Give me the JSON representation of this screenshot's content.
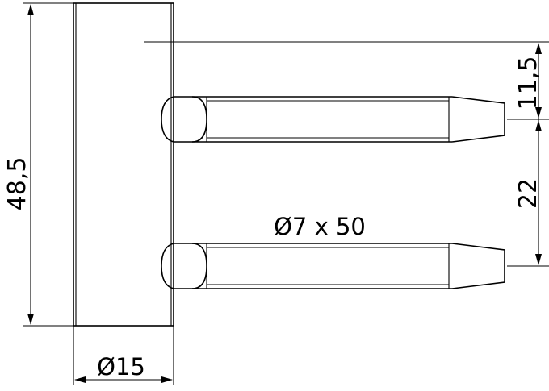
{
  "dimensions": {
    "height_total": "48,5",
    "top_offset": "11,5",
    "pin_spacing": "22",
    "pin_size": "Ø7 x 50",
    "body_diameter": "Ø15"
  }
}
